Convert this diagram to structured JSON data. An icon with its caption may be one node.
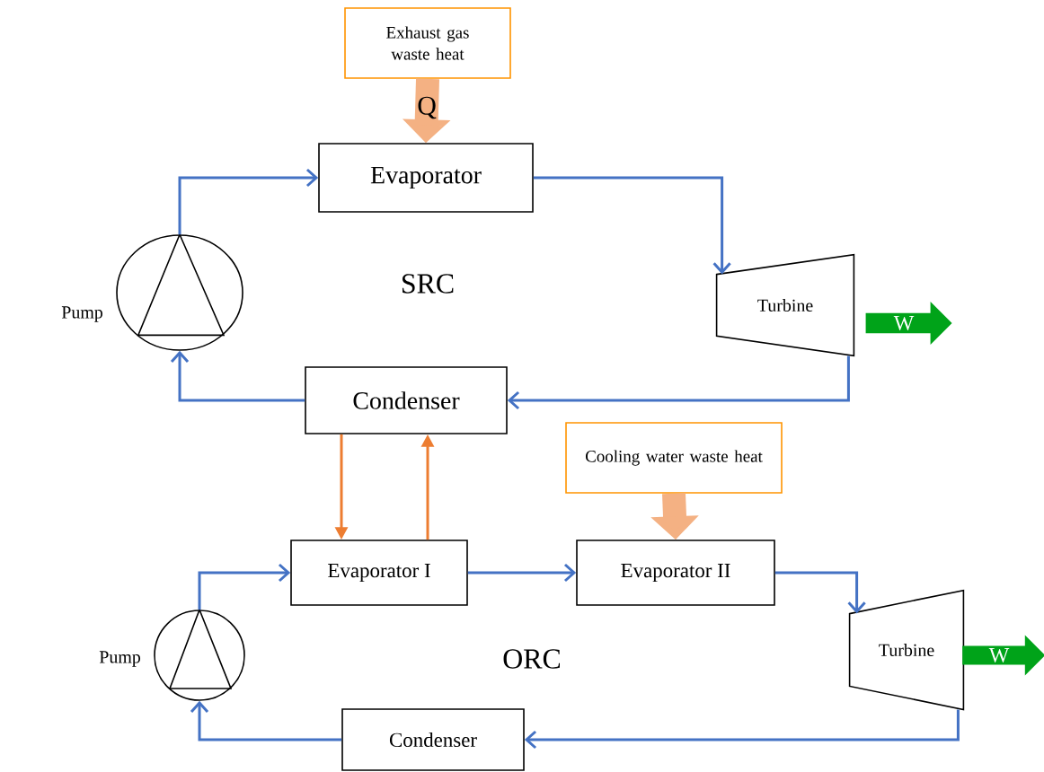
{
  "diagram": {
    "nodes": [
      {
        "text": [
          "Exhaust gas waste heat"
        ]
      },
      {
        "text": [
          "Evaporator"
        ]
      },
      {
        "text": [],
        "shape": "circle",
        "beside": [
          "Pump"
        ]
      },
      {
        "text": [
          "Turbine"
        ]
      },
      {
        "text": [
          "Condenser"
        ]
      },
      {
        "text": [
          "Cooling water waste heat"
        ]
      },
      {
        "text": [
          "Evaporator I"
        ]
      },
      {
        "text": [
          "Evaporator II"
        ]
      },
      {
        "text": [],
        "shape": "circle",
        "beside": [
          "Pump"
        ]
      },
      {
        "text": [
          "Turbine"
        ]
      },
      {
        "text": [
          "Condenser"
        ]
      },
      {
        "text": [
          "W"
        ]
      },
      {
        "text": [
          "W"
        ]
      }
    ],
    "edges": [
      {
        "from": 0,
        "to": 1,
        "arrow": "to",
        "label": "Q",
        "style": "thick",
        "color": "#f4b183"
      },
      {
        "from": 5,
        "to": 7,
        "arrow": "to",
        "style": "thick",
        "color": "#f4b183"
      },
      {
        "from": 2,
        "to": 1,
        "arrow": "to"
      },
      {
        "from": 1,
        "to": 3,
        "arrow": "to"
      },
      {
        "from": 3,
        "to": 4,
        "arrow": "to"
      },
      {
        "from": 4,
        "to": 2,
        "arrow": "to"
      },
      {
        "from": 4,
        "to": 6,
        "arrow": "to",
        "color": "#ed7d31"
      },
      {
        "from": 6,
        "to": 4,
        "arrow": "to",
        "color": "#ed7d31"
      },
      {
        "from": 8,
        "to": 6,
        "arrow": "to"
      },
      {
        "from": 6,
        "to": 7,
        "arrow": "to"
      },
      {
        "from": 7,
        "to": 9,
        "arrow": "to"
      },
      {
        "from": 9,
        "to": 10,
        "arrow": "to"
      },
      {
        "from": 10,
        "to": 8,
        "arrow": "to"
      }
    ],
    "labels": [
      "SRC",
      "ORC"
    ]
  }
}
